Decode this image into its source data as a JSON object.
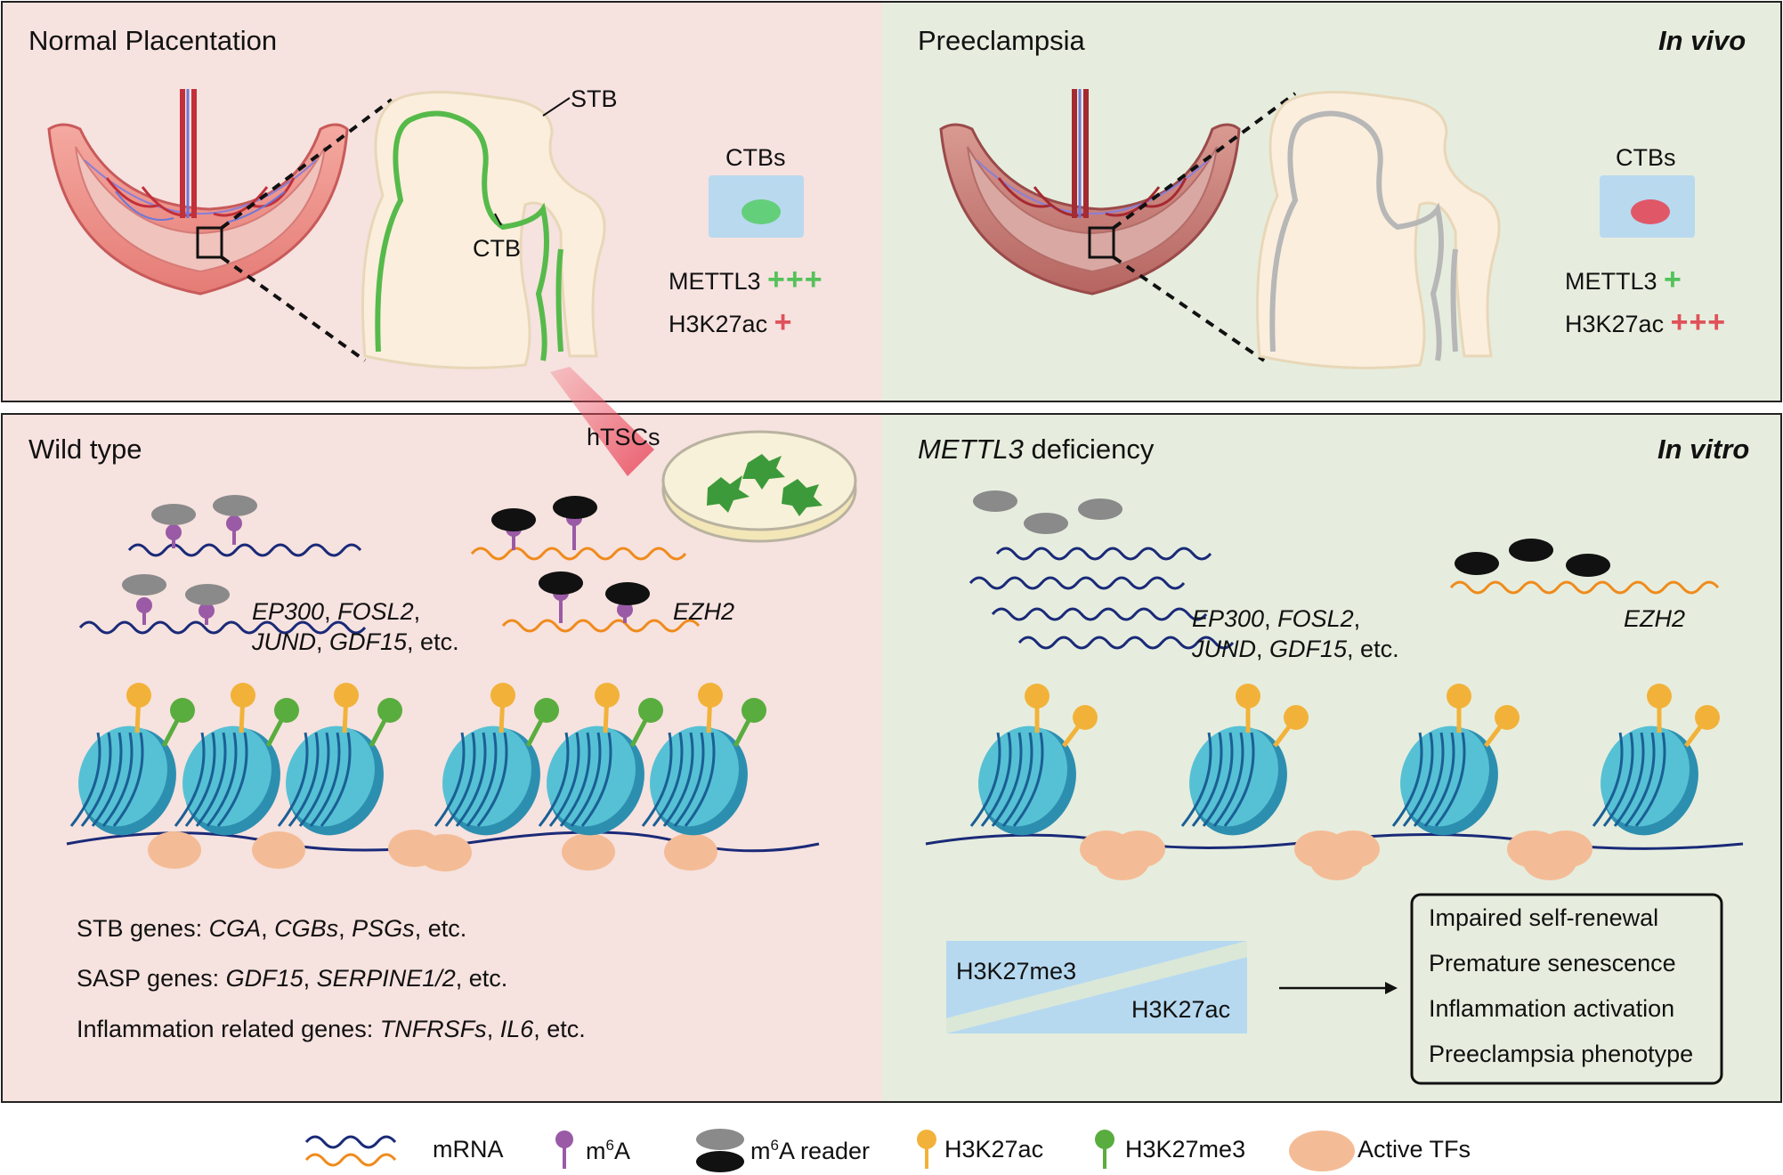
{
  "top": {
    "left_title": "Normal Placentation",
    "right_title": "Preeclampsia",
    "mode_label": "In vivo",
    "stb_label": "STB",
    "ctb_label": "CTB",
    "ctbs_left": "CTBs",
    "ctbs_right": "CTBs",
    "left_markers": [
      {
        "name": "METTL3",
        "level": "+++",
        "color": "#54c25a"
      },
      {
        "name": "H3K27ac",
        "level": "+",
        "color": "#e0525a"
      }
    ],
    "right_markers": [
      {
        "name": "METTL3",
        "level": "+",
        "color": "#54c25a"
      },
      {
        "name": "H3K27ac",
        "level": "+++",
        "color": "#e0525a"
      }
    ]
  },
  "bottom": {
    "left_title": "Wild type",
    "right_title_italic": "METTL3",
    "right_title_rest": " deficiency",
    "mode_label": "In vitro",
    "htscs_label": "hTSCs",
    "left_genes_line1": [
      "EP300",
      ", ",
      "FOSL2",
      ","
    ],
    "left_genes_line2": [
      "JUND",
      ", ",
      "GDF15",
      ", etc."
    ],
    "right_genes_line1": [
      "EP300",
      ", ",
      "FOSL2",
      ","
    ],
    "right_genes_line2": [
      "JUND",
      ", ",
      "GDF15",
      ", etc."
    ],
    "ezh2": "EZH2",
    "stb_genes": {
      "prefix": "STB genes: ",
      "items": [
        "CGA",
        ", ",
        "CGBs",
        ", ",
        "PSGs"
      ],
      "suffix": ", etc."
    },
    "sasp_genes": {
      "prefix": "SASP genes: ",
      "items": [
        "GDF15",
        ", ",
        "SERPINE1/2"
      ],
      "suffix": ", etc."
    },
    "inflam_genes": {
      "prefix": "Inflammation related genes: ",
      "items": [
        "TNFRSFs",
        ", ",
        "IL6"
      ],
      "suffix": ", etc."
    },
    "gradient_top": "H3K27me3",
    "gradient_bottom": "H3K27ac",
    "outcomes": [
      "Impaired self-renewal",
      "Premature senescence",
      "Inflammation activation",
      "Preeclampsia phenotype"
    ]
  },
  "legend": {
    "mrna": "mRNA",
    "m6a_base": "m",
    "m6a_sup": "6",
    "m6a_rest": "A",
    "reader_base": "m",
    "reader_sup": "6",
    "reader_rest": "A reader",
    "h3k27ac": "H3K27ac",
    "h3k27me3": "H3K27me3",
    "tfs": "Active TFs"
  },
  "colors": {
    "pink_bg": "#f6e2df",
    "green_bg": "#e6edde",
    "navy": "#1a2a78",
    "orange": "#ef8b1c",
    "purple": "#9a5aa6",
    "yellow": "#f2b23a",
    "green": "#59ad3e",
    "nucleosome": "#47b5cc",
    "tf": "#f4bc96"
  }
}
